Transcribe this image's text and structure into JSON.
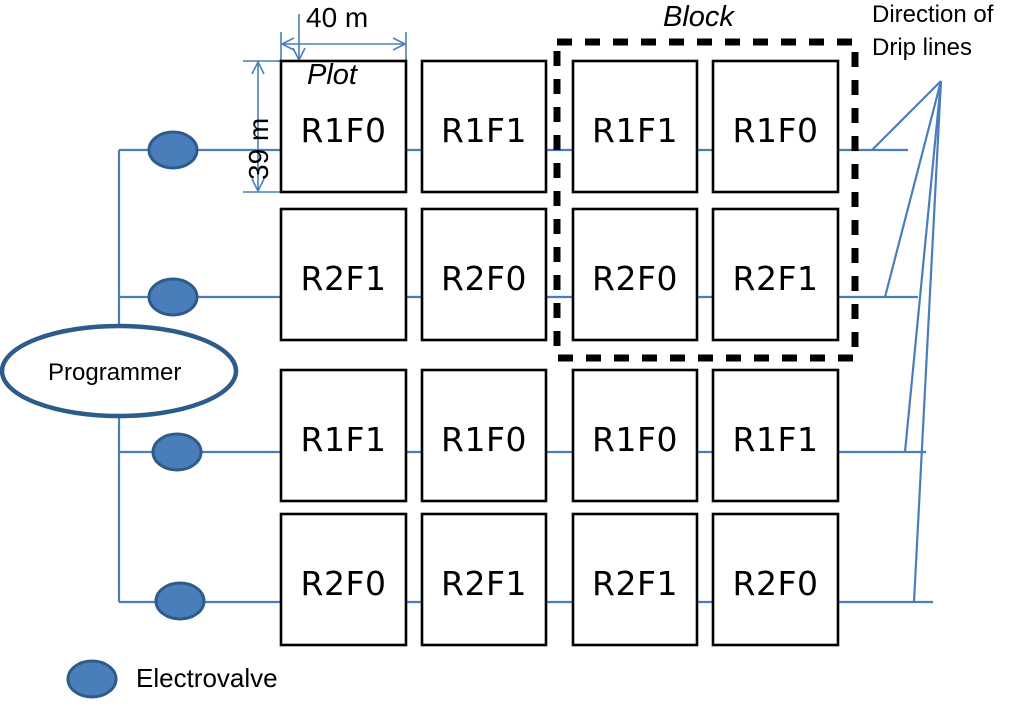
{
  "diagram": {
    "title_annotations": {
      "plot_caption": "Plot",
      "block_caption": "Block",
      "direction_note_line1": "Direction of",
      "direction_note_line2": "Drip lines"
    },
    "dimensions": {
      "width_label": "40 m",
      "height_label": "39 m"
    },
    "programmer": {
      "label": "Programmer"
    },
    "legend": {
      "electrovalve_label": "Electrovalve"
    },
    "grid": {
      "columns": 4,
      "rows": 4,
      "cells": [
        [
          "R1F0",
          "R1F1",
          "R1F1",
          "R1F0"
        ],
        [
          "R2F1",
          "R2F0",
          "R2F0",
          "R2F1"
        ],
        [
          "R1F1",
          "R1F0",
          "R1F0",
          "R1F1"
        ],
        [
          "R2F0",
          "R2F1",
          "R2F1",
          "R2F0"
        ]
      ]
    },
    "electrovalve_count": 4,
    "colors": {
      "pipe_blue": "#4A7EBB",
      "valve_fill": "#4A7EBB",
      "valve_stroke": "#2E5C8A",
      "programmer_stroke": "#2E5C8A",
      "plot_stroke": "#000000",
      "block_dash_stroke": "#000000",
      "text": "#000000"
    }
  }
}
